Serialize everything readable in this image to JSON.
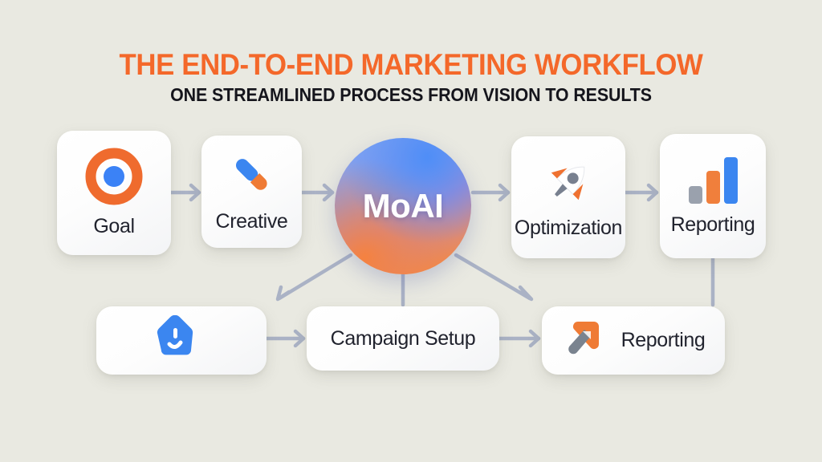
{
  "header": {
    "title": "THE END-TO-END MARKETING WORKFLOW",
    "subtitle": "ONE STREAMLINED PROCESS FROM VISION TO RESULTS",
    "title_color": "#f4682a",
    "subtitle_color": "#15151c"
  },
  "canvas": {
    "background_color": "#e9e9e1",
    "card_background": "#ffffff",
    "connector_color": "#a8b0c4"
  },
  "hub": {
    "label": "MoAI",
    "gradient_from": "#5b8ef0",
    "gradient_to": "#f08040",
    "text_color": "#ffffff"
  },
  "steps": {
    "top_row": [
      {
        "id": "goal",
        "label": "Goal",
        "icon": "target-icon",
        "icon_colors": {
          "ring": "#ef6b2e",
          "inner": "#ffffff",
          "center": "#3b82f6"
        }
      },
      {
        "id": "creative",
        "label": "Creative",
        "icon": "paintbrush-icon",
        "icon_colors": {
          "handle": "#3b86f0",
          "tip": "#ef7b35"
        }
      },
      {
        "id": "optimization",
        "label": "Optimization",
        "icon": "rocket-icon",
        "icon_colors": {
          "body": "#ffffff",
          "fins": "#ef7130",
          "accent": "#78808f"
        }
      },
      {
        "id": "reporting-top",
        "label": "Reporting",
        "icon": "bar-chart-icon",
        "icon_colors": {
          "bar1": "#9aa1ad",
          "bar2": "#f07f3c",
          "bar3": "#3b86f0"
        }
      }
    ],
    "bottom_row": [
      {
        "id": "tag",
        "label": "",
        "icon": "tag-icon",
        "icon_colors": {
          "body": "#3b86f0"
        }
      },
      {
        "id": "campaign-setup",
        "label": "Campaign Setup",
        "icon": "",
        "icon_colors": {}
      },
      {
        "id": "reporting-bottom",
        "label": "Reporting",
        "icon": "cursor-arrow-icon",
        "icon_colors": {
          "body": "#ef7b35",
          "handle": "#7a838f"
        }
      }
    ]
  },
  "connectors": [
    {
      "from": "goal",
      "to": "creative",
      "style": "arrow-right"
    },
    {
      "from": "creative",
      "to": "hub",
      "style": "arrow-right"
    },
    {
      "from": "hub",
      "to": "optimization",
      "style": "arrow-right"
    },
    {
      "from": "optimization",
      "to": "reporting-top",
      "style": "arrow-right"
    },
    {
      "from": "reporting-top",
      "to": "reporting-bottom",
      "style": "line-down"
    },
    {
      "from": "hub",
      "to": "tag",
      "style": "arrow-diagonal-left"
    },
    {
      "from": "hub",
      "to": "campaign-setup",
      "style": "line-down"
    },
    {
      "from": "hub",
      "to": "reporting-bottom",
      "style": "arrow-diagonal-right"
    },
    {
      "from": "tag",
      "to": "campaign-setup",
      "style": "arrow-right"
    },
    {
      "from": "campaign-setup",
      "to": "reporting-bottom",
      "style": "arrow-right"
    }
  ]
}
